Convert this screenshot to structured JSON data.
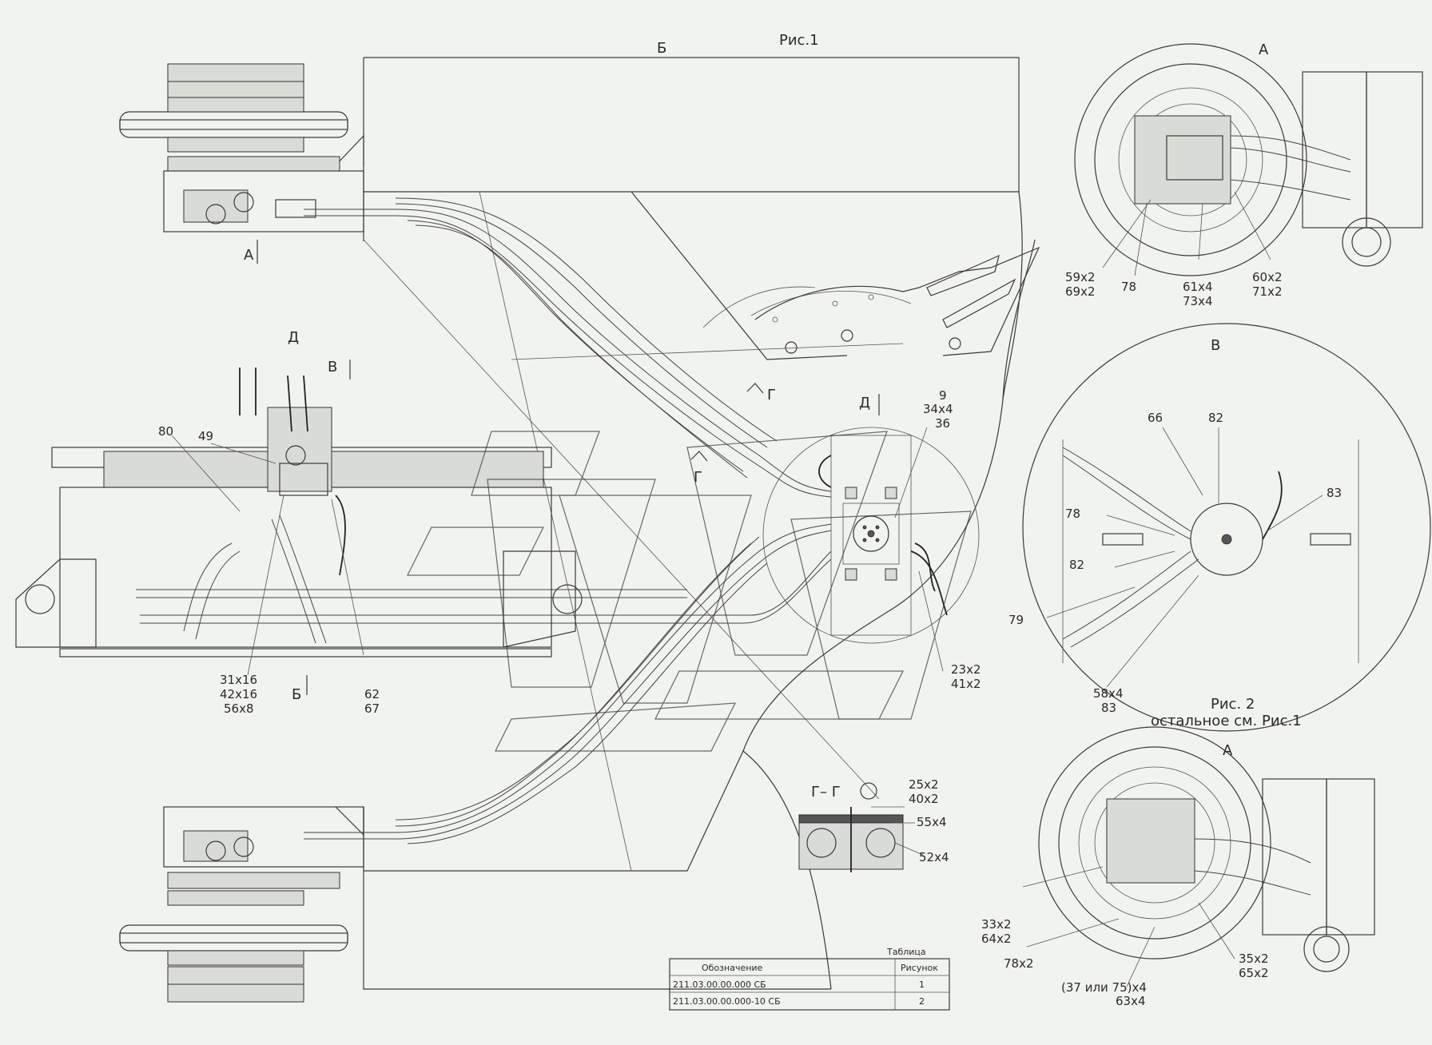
{
  "views": {
    "fig1_title": "Рис.1",
    "view_b_top": "Б",
    "view_a_top": "А",
    "view_d": "Д",
    "view_v": "В",
    "view_g1": "Г",
    "view_g2": "Г",
    "view_d_arrow": "Д",
    "view_a_arrow": "А",
    "view_b_arrow": "Б",
    "view_v_right": "В",
    "view_a_bottom": "А",
    "section_gg": "Г– Г"
  },
  "callouts": {
    "c80": "80",
    "c49": "49",
    "c31": "31x16",
    "c42": "42x16",
    "c56": "56x8",
    "c62": "62",
    "c67": "67",
    "c9": "9",
    "c34": "34x4",
    "c36": "36",
    "c23": "23x2",
    "c41": "41x2",
    "c59": "59x2",
    "c69": "69x2",
    "c78a": "78",
    "c61": "61x4",
    "c73": "73x4",
    "c60": "60x2",
    "c71": "71x2",
    "c66": "66",
    "c82a": "82",
    "c83a": "83",
    "c78b": "78",
    "c82b": "82",
    "c79": "79",
    "c58": "58x4",
    "c83b": "83",
    "c25": "25x2",
    "c40": "40x2",
    "c55": "55x4",
    "c52": "52x4",
    "c33": "33x2",
    "c64": "64x2",
    "c78c": "78x2",
    "c35": "35x2",
    "c65": "65x2",
    "c37": "(37 или 75)x4",
    "c63": "63x4"
  },
  "fig2": {
    "title": "Рис. 2",
    "note": "остальное  см. Рис.1"
  },
  "table": {
    "caption": "Таблица",
    "headers": [
      "Обозначение",
      "Рисунок"
    ],
    "rows": [
      [
        "211.03.00.00.000 СБ",
        "1"
      ],
      [
        "211.03.00.00.000-10 СБ",
        "2"
      ]
    ]
  }
}
